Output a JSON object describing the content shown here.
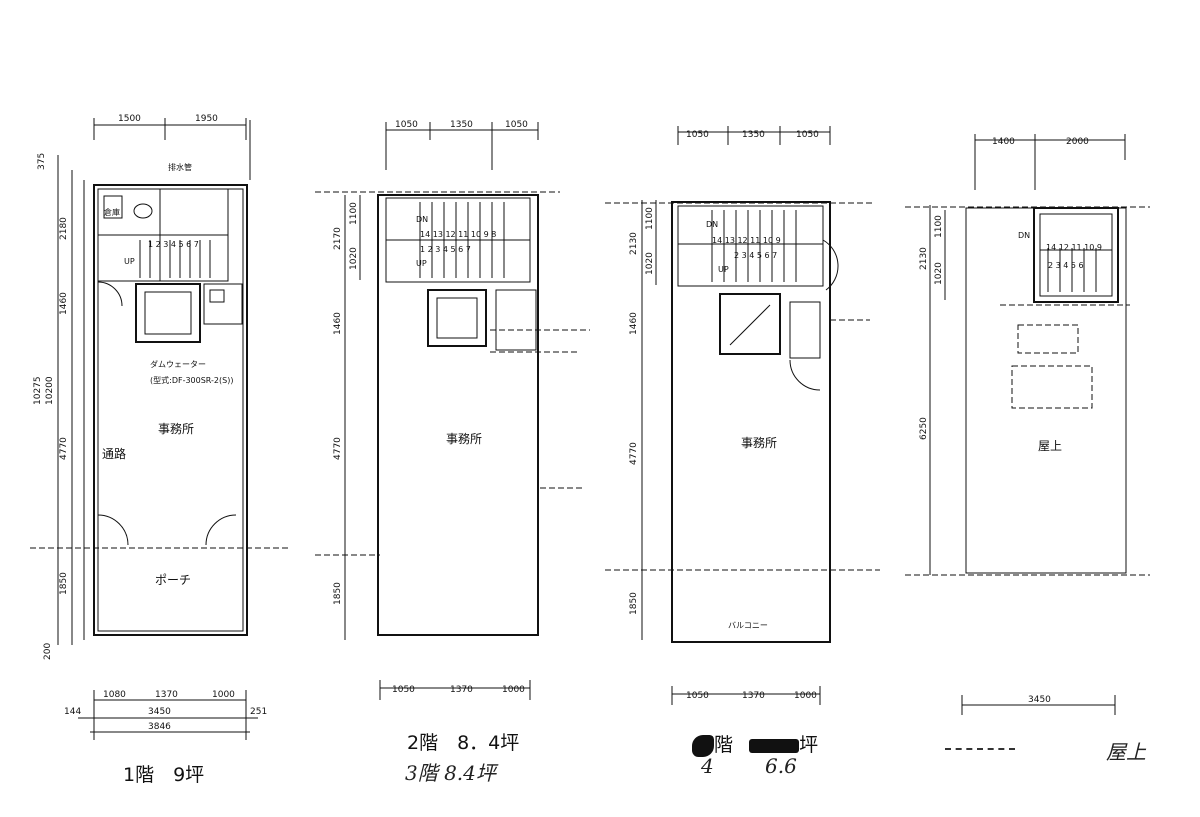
{
  "floor1": {
    "top_dims": [
      "1500",
      "1950"
    ],
    "left_dims": [
      "375",
      "2180",
      "1460",
      "10275",
      "10200",
      "4770",
      "1850",
      "200"
    ],
    "rooms": [
      "事務所",
      "通路",
      "ポーチ",
      "倉庫"
    ],
    "equipment_label": "ダムウェーター",
    "equipment_note": "(型式:DF-300SR-2(S))",
    "stair_label": "UP",
    "bottom_dims": [
      "1080",
      "1370",
      "1000",
      "3450",
      "3846",
      "144",
      "251"
    ],
    "caption": "1階　9坪"
  },
  "floor2": {
    "top_dims": [
      "1050",
      "1350",
      "1050"
    ],
    "left_dims": [
      "2170",
      "1100",
      "1020",
      "1460",
      "4770",
      "1850"
    ],
    "rooms": [
      "事務所"
    ],
    "stair_labels": [
      "DN",
      "UP"
    ],
    "bottom_dims": [
      "1050",
      "1370",
      "1000"
    ],
    "caption": "2階　8．4坪",
    "handwritten": "3階 8.4坪"
  },
  "floor3": {
    "top_dims": [
      "1050",
      "1350",
      "1050"
    ],
    "left_dims": [
      "2130",
      "1100",
      "1020",
      "1460",
      "4770",
      "1850"
    ],
    "rooms": [
      "事務所",
      "バルコニー"
    ],
    "stair_labels": [
      "DN",
      "UP"
    ],
    "bottom_dims": [
      "1050",
      "1370",
      "1000"
    ],
    "caption_floor": "階",
    "caption_area": "坪",
    "handwritten_floor": "4",
    "handwritten_area": "6.6"
  },
  "roof": {
    "top_dims": [
      "1400",
      "2000"
    ],
    "left_dims": [
      "2130",
      "1100",
      "1020",
      "6250"
    ],
    "rooms": [
      "屋上"
    ],
    "stair_label": "DN",
    "bottom_dims": [
      "3450"
    ],
    "handwritten": "屋上"
  }
}
